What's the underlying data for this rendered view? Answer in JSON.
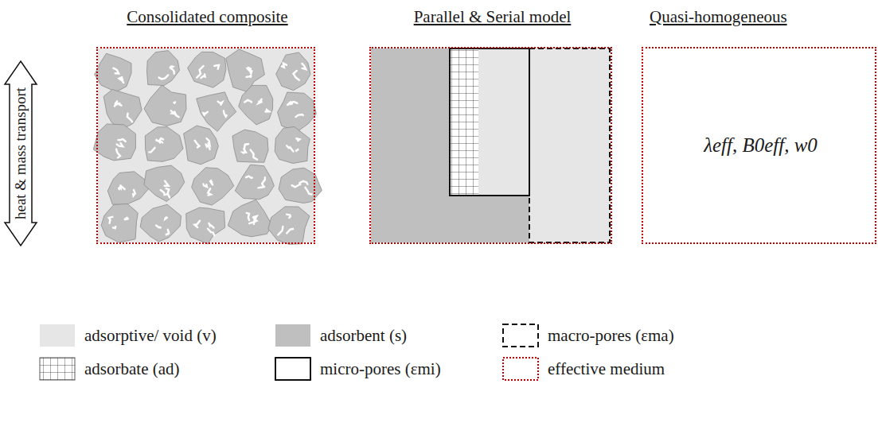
{
  "diagram": {
    "nodes": [
      {
        "text": [
          "heat & mass transport"
        ]
      },
      {
        "text": [
          "Consolidated composite"
        ]
      },
      {
        "text": [
          "Parallel & Serial model"
        ]
      },
      {
        "text": [
          "Quasi-homogeneous",
          "λeff, B0eff, w0"
        ]
      }
    ],
    "legend": [
      {
        "text": "adsorptive/ void (v)",
        "color": "#e6e6e6"
      },
      {
        "text": "adsorbent (s)",
        "color": "#bfbfbf"
      },
      {
        "text": "macro-pores (εma)"
      },
      {
        "text": "adsorbate (ad)"
      },
      {
        "text": "micro-pores (εmi)"
      },
      {
        "text": "effective medium"
      }
    ]
  }
}
